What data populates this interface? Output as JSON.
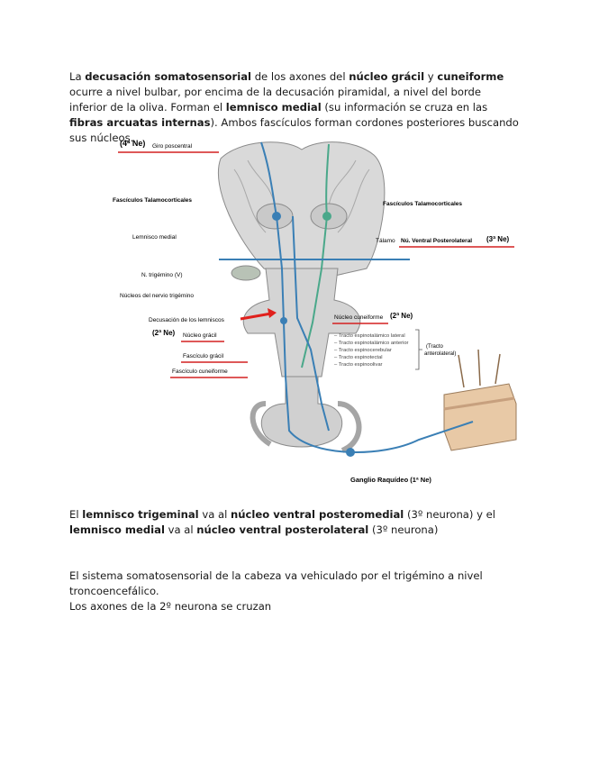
{
  "paragraph1": {
    "t1": "La ",
    "b1": "decusación somatosensorial",
    "t2": " de los axones del ",
    "b2": "núcleo grácil",
    "t3": " y ",
    "b3": "cuneiforme",
    "t4": " ocurre a nivel bulbar, por encima de la decusación piramidal, a nivel del borde inferior de la oliva. Forman el ",
    "b4": "lemnisco medial",
    "t5": " (su información se cruza en las ",
    "b5": "fibras arcuatas internas",
    "t6": "). Ambos fascículos forman cordones posteriores buscando sus núcleos."
  },
  "figure": {
    "labels": {
      "ne4": "(4ª Ne)",
      "giro": "Giro poscentral",
      "fasc_left": "Fascículos Talamocorticales",
      "fasc_right": "Fascículos Talamocorticales",
      "lemnisco_medial": "Lemnisco medial",
      "talamo": "Tálamo",
      "nvpl": "Nú. Ventral Posterolateral",
      "ne3": "(3ª Ne)",
      "trigemino": "N. trigémino (V)",
      "nucleos_trigemino": "Núcleos del nervio trigémino",
      "decusacion": "Decusación de los lemniscos",
      "nucleo_cuneiforme": "Núcleo cuneiforme",
      "ne2_right": "(2ª Ne)",
      "ne2_left": "(2ª Ne)",
      "nucleo_gracil": "Núcleo grácil",
      "fasciculo_gracil": "Fascículo grácil",
      "fasciculo_cuneiforme": "Fascículo cuneiforme",
      "tracto1": "– Tracto espinotalámico lateral",
      "tracto2": "– Tracto espinotalámico anterior",
      "tracto3": "– Tracto espinocerebular",
      "tracto4": "– Tracto espinotectal",
      "tracto5": "– Tracto espinoolivar",
      "tracto_group1": "(Tracto",
      "tracto_group2": "anterolateral)",
      "ganglio": "Ganglio Raquídeo (1ª Ne)"
    },
    "colors": {
      "underline": "#d42020",
      "pathway": "#3a7fb5",
      "pathway_green": "#4aa88a",
      "arrow": "#e0201c"
    }
  },
  "paragraph2": {
    "t1": "El ",
    "b1": "lemnisco trigeminal",
    "t2": " va al ",
    "b2": "núcleo ventral posteromedial",
    "t3": " (3º neurona) y el ",
    "b3": "lemnisco medial",
    "t4": " va al ",
    "b4": "núcleo ventral posterolateral",
    "t5": " (3º neurona)"
  },
  "paragraph3": {
    "line1": "El sistema somatosensorial de la cabeza va vehiculado por el trigémino a nivel troncoencefálico.",
    "line2": "Los axones de la 2º neurona se cruzan"
  }
}
